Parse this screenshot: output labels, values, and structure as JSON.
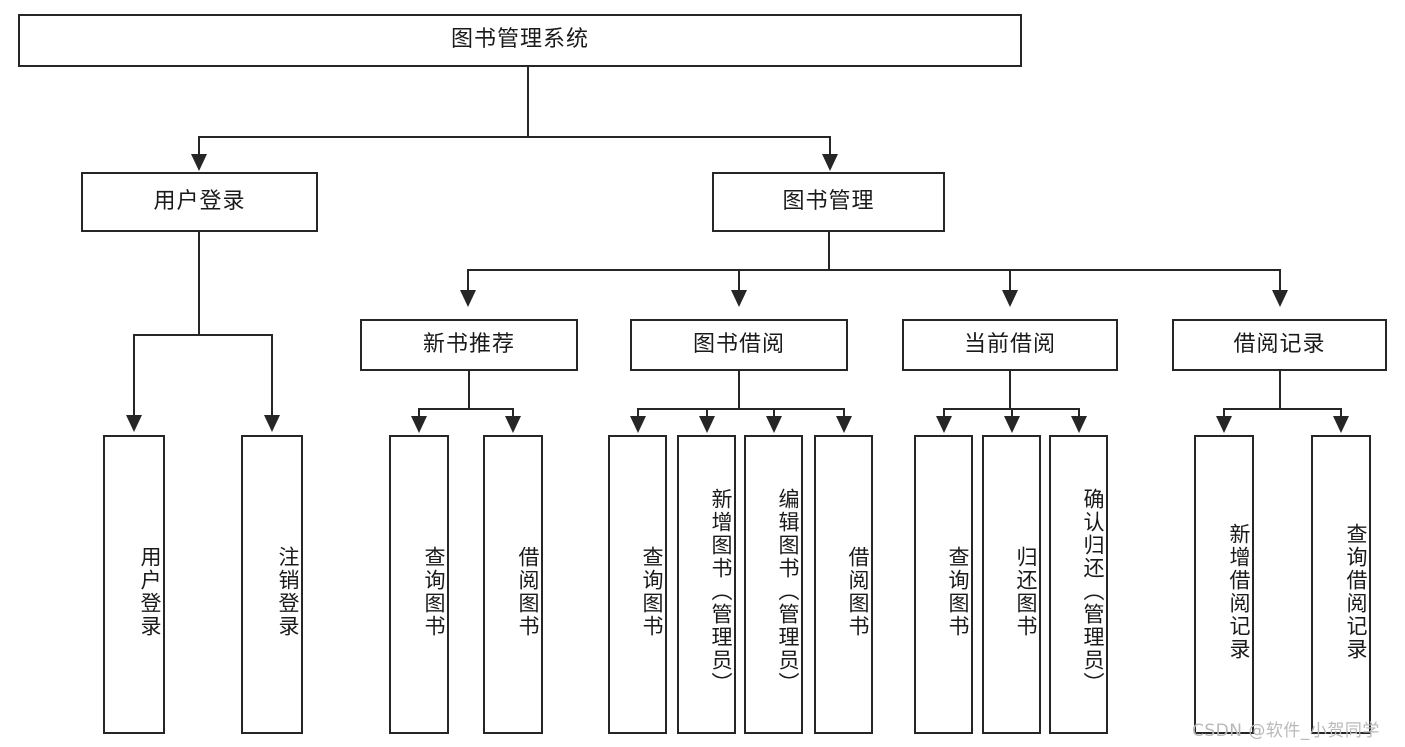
{
  "diagram": {
    "type": "tree-hierarchy-chart",
    "title": "图书管理系统",
    "line_color": "#262626",
    "box_fill": "#ffffff",
    "text_color": "#1a1a1a",
    "watermark": "CSDN @软件_小贺同学"
  },
  "nodes": {
    "root": {
      "label": "图书管理系统"
    },
    "level2": [
      {
        "id": "user-login",
        "label": "用户登录"
      },
      {
        "id": "book-manage",
        "label": "图书管理"
      }
    ],
    "level3": [
      {
        "id": "new-book-recommend",
        "label": "新书推荐"
      },
      {
        "id": "book-borrow",
        "label": "图书借阅"
      },
      {
        "id": "current-borrow",
        "label": "当前借阅"
      },
      {
        "id": "borrow-record",
        "label": "借阅记录"
      }
    ],
    "leaves": {
      "user_login": [
        {
          "id": "leaf-user-login",
          "label": "用户登录"
        },
        {
          "id": "leaf-logout-login",
          "label": "注销登录"
        }
      ],
      "new_book_recommend": [
        {
          "id": "leaf-query-book-1",
          "label": "查询图书"
        },
        {
          "id": "leaf-borrow-book-1",
          "label": "借阅图书"
        }
      ],
      "book_borrow": [
        {
          "id": "leaf-query-book-2",
          "label": "查询图书"
        },
        {
          "id": "leaf-add-book-admin",
          "label": "新增图书（管理员）"
        },
        {
          "id": "leaf-edit-book-admin",
          "label": "编辑图书（管理员）"
        },
        {
          "id": "leaf-borrow-book-2",
          "label": "借阅图书"
        }
      ],
      "current_borrow": [
        {
          "id": "leaf-query-book-3",
          "label": "查询图书"
        },
        {
          "id": "leaf-return-book",
          "label": "归还图书"
        },
        {
          "id": "leaf-confirm-return-admin",
          "label": "确认归还（管理员）"
        }
      ],
      "borrow_record": [
        {
          "id": "leaf-add-borrow-record",
          "label": "新增借阅记录"
        },
        {
          "id": "leaf-query-borrow-record",
          "label": "查询借阅记录"
        }
      ]
    }
  }
}
